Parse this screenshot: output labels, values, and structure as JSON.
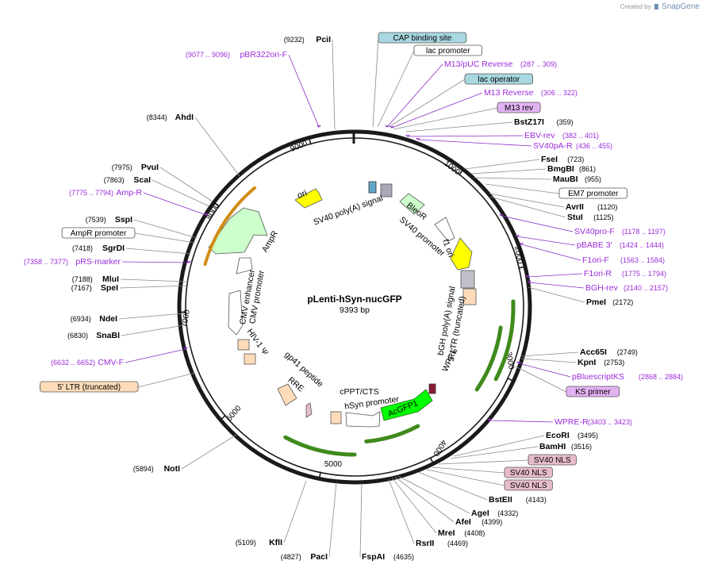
{
  "credit": {
    "prefix": "Created by",
    "brand": "SnapGene"
  },
  "plasmid": {
    "name": "pLenti-hSyn-nucGFP",
    "length_label": "9393 bp",
    "length": 9393
  },
  "ticks": [
    "1000",
    "2000",
    "3000",
    "4000",
    "5000",
    "6000",
    "7000",
    "8000",
    "9000"
  ],
  "labels": [
    {
      "kind": "site",
      "text": "PciI",
      "pos": "(9232)"
    },
    {
      "kind": "prim",
      "text": "pBR322ori-F",
      "pos": "(9077 .. 9096)"
    },
    {
      "kind": "site",
      "text": "AhdI",
      "pos": "(8344)"
    },
    {
      "kind": "site",
      "text": "PvuI",
      "pos": "(7975)"
    },
    {
      "kind": "site",
      "text": "ScaI",
      "pos": "(7863)"
    },
    {
      "kind": "prim",
      "text": "Amp-R",
      "pos": "(7775 .. 7794)"
    },
    {
      "kind": "site",
      "text": "SspI",
      "pos": "(7539)"
    },
    {
      "kind": "box",
      "text": "AmpR promoter",
      "style": "white"
    },
    {
      "kind": "site",
      "text": "SgrDI",
      "pos": "(7418)"
    },
    {
      "kind": "prim",
      "text": "pRS-marker",
      "pos": "(7358 .. 7377)"
    },
    {
      "kind": "site",
      "text": "MluI",
      "pos": "(7188)"
    },
    {
      "kind": "site",
      "text": "SpeI",
      "pos": "(7167)"
    },
    {
      "kind": "site",
      "text": "NdeI",
      "pos": "(6934)"
    },
    {
      "kind": "site",
      "text": "SnaBI",
      "pos": "(6830)"
    },
    {
      "kind": "prim",
      "text": "CMV-F",
      "pos": "(6632 .. 6652)"
    },
    {
      "kind": "box",
      "text": "5' LTR (truncated)",
      "style": "peach"
    },
    {
      "kind": "site",
      "text": "NotI",
      "pos": "(5894)"
    },
    {
      "kind": "site",
      "text": "KflI",
      "pos": "(5109)"
    },
    {
      "kind": "site",
      "text": "PacI",
      "pos": "(4827)"
    },
    {
      "kind": "site",
      "text": "FspAI",
      "pos": "(4635)"
    },
    {
      "kind": "site",
      "text": "RsrII",
      "pos": "(4469)"
    },
    {
      "kind": "site",
      "text": "MreI",
      "pos": "(4408)"
    },
    {
      "kind": "site",
      "text": "AfeI",
      "pos": "(4399)"
    },
    {
      "kind": "site",
      "text": "AgeI",
      "pos": "(4332)"
    },
    {
      "kind": "site",
      "text": "BstEII",
      "pos": "(4143)"
    },
    {
      "kind": "box",
      "text": "SV40 NLS",
      "style": "pink"
    },
    {
      "kind": "box",
      "text": "SV40 NLS",
      "style": "pink"
    },
    {
      "kind": "box",
      "text": "SV40 NLS",
      "style": "pink"
    },
    {
      "kind": "site",
      "text": "BamHI",
      "pos": "(3516)"
    },
    {
      "kind": "site",
      "text": "EcoRI",
      "pos": "(3495)"
    },
    {
      "kind": "prim",
      "text": "WPRE-R",
      "pos": "(3403 .. 3423)"
    },
    {
      "kind": "box",
      "text": "KS primer",
      "style": "violet"
    },
    {
      "kind": "prim",
      "text": "pBluescriptKS",
      "pos": "(2868 .. 2884)"
    },
    {
      "kind": "site",
      "text": "KpnI",
      "pos": "(2753)"
    },
    {
      "kind": "site",
      "text": "Acc65I",
      "pos": "(2749)"
    },
    {
      "kind": "site",
      "text": "PmeI",
      "pos": "(2172)"
    },
    {
      "kind": "prim",
      "text": "BGH-rev",
      "pos": "(2140 .. 2157)"
    },
    {
      "kind": "prim",
      "text": "F1ori-R",
      "pos": "(1775 .. 1794)"
    },
    {
      "kind": "prim",
      "text": "F1ori-F",
      "pos": "(1563 .. 1584)"
    },
    {
      "kind": "prim",
      "text": "pBABE 3'",
      "pos": "(1424 .. 1444)"
    },
    {
      "kind": "prim",
      "text": "SV40pro-F",
      "pos": "(1178 .. 1197)"
    },
    {
      "kind": "site",
      "text": "StuI",
      "pos": "(1125)"
    },
    {
      "kind": "site",
      "text": "AvrII",
      "pos": "(1120)"
    },
    {
      "kind": "box",
      "text": "EM7 promoter",
      "style": "white"
    },
    {
      "kind": "site",
      "text": "MauBI",
      "pos": "(955)"
    },
    {
      "kind": "site",
      "text": "BmgBI",
      "pos": "(861)"
    },
    {
      "kind": "site",
      "text": "FseI",
      "pos": "(723)"
    },
    {
      "kind": "prim",
      "text": "SV40pA-R",
      "pos": "(436 .. 455)"
    },
    {
      "kind": "prim",
      "text": "EBV-rev",
      "pos": "(382 .. 401)"
    },
    {
      "kind": "site",
      "text": "BstZ17I",
      "pos": "(359)"
    },
    {
      "kind": "box",
      "text": "M13 rev",
      "style": "violet"
    },
    {
      "kind": "prim",
      "text": "M13 Reverse",
      "pos": "(306 .. 322)"
    },
    {
      "kind": "box",
      "text": "lac operator",
      "style": "teal"
    },
    {
      "kind": "prim",
      "text": "M13/pUC Reverse",
      "pos": "(287 .. 309)"
    },
    {
      "kind": "box",
      "text": "lac promoter",
      "style": "white"
    },
    {
      "kind": "box",
      "text": "CAP binding site",
      "style": "teal"
    }
  ],
  "features": [
    {
      "text": "ori",
      "kind": "ori"
    },
    {
      "text": "SV40 poly(A) signal",
      "kind": "text"
    },
    {
      "text": "BleoR",
      "kind": "text"
    },
    {
      "text": "SV40 promoter",
      "kind": "text"
    },
    {
      "text": "f1 ori",
      "kind": "text"
    },
    {
      "text": "bGH poly(A) signal",
      "kind": "text"
    },
    {
      "text": "5' LTR (truncated)",
      "kind": "text"
    },
    {
      "text": "WPRE",
      "kind": "text"
    },
    {
      "text": "AcGFP1",
      "kind": "gfp"
    },
    {
      "text": "hSyn promoter",
      "kind": "text"
    },
    {
      "text": "cPPT/CTS",
      "kind": "text"
    },
    {
      "text": "RRE",
      "kind": "text"
    },
    {
      "text": "gp41 peptide",
      "kind": "text"
    },
    {
      "text": "HIV-1 Ψ",
      "kind": "text"
    },
    {
      "text": "CMV promoter",
      "kind": "text"
    },
    {
      "text": "CMV enhancer",
      "kind": "text"
    },
    {
      "text": "AmpR",
      "kind": "text"
    }
  ],
  "colors": {
    "site": "#000000",
    "primer": "#9b2bd8",
    "leader": "#8a8a8a",
    "primer_leader": "#8a2bc8",
    "teal": "#a8d8e0",
    "violet": "#e3b2f3",
    "pink": "#e7bccc",
    "peach": "#ffdcb9",
    "ori": "#ffff00",
    "gfp": "#00ff00",
    "ampr": "#ccffcc",
    "orf": "#3f8a1c"
  }
}
